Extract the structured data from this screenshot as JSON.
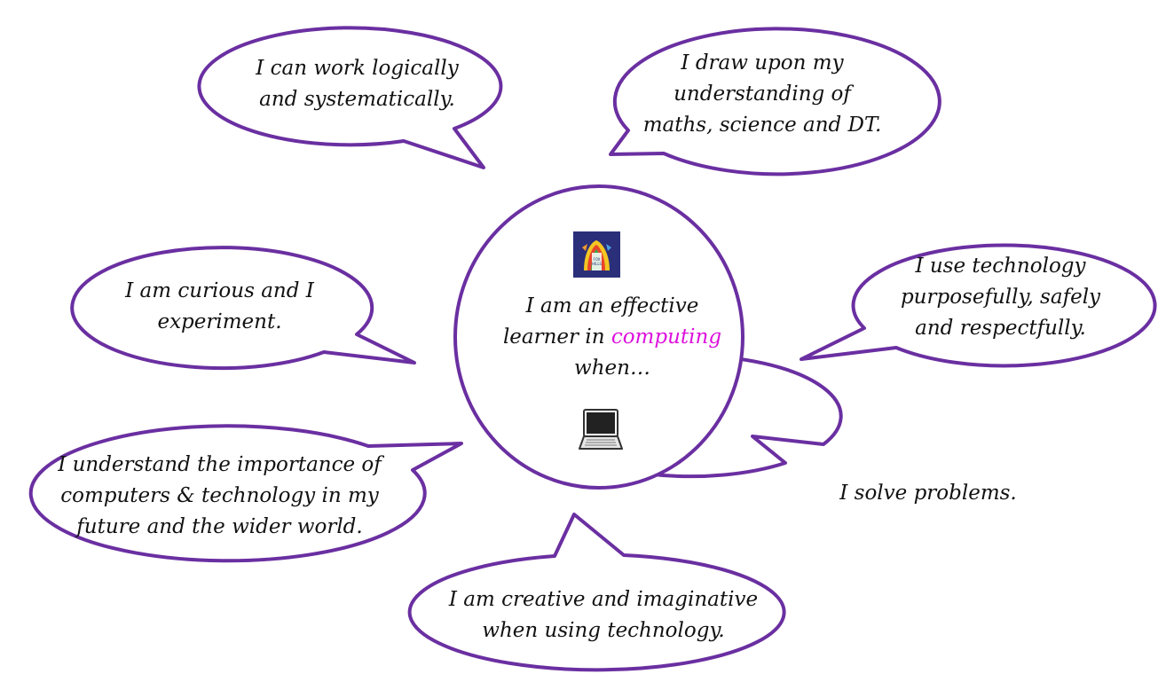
{
  "colors": {
    "bubble_stroke": "#6a2fa1",
    "highlight": "#dd10dd",
    "logo_bg": "#2b2f7a"
  },
  "center": {
    "line1": "I am an effective",
    "line2_prefix": "learner in ",
    "line2_highlight": "computing",
    "line3": "when…",
    "logo_icon": "foxhills-federation-logo",
    "laptop_icon": "laptop-icon"
  },
  "bubbles": {
    "logical": {
      "line1": "I can work logically",
      "line2": "and systematically."
    },
    "maths": {
      "line1": "I draw upon my",
      "line2": "understanding of",
      "line3": "maths, science and DT."
    },
    "curious": {
      "line1": "I am curious and I",
      "line2": "experiment."
    },
    "technology": {
      "line1": "I use technology",
      "line2": "purposefully, safely",
      "line3": "and respectfully."
    },
    "importance": {
      "line1": "I understand the importance of",
      "line2": "computers & technology in my",
      "line3": "future and the wider world."
    },
    "problems": {
      "line1": "I solve problems."
    },
    "creative": {
      "line1": "I am creative and imaginative",
      "line2": "when using technology."
    }
  }
}
